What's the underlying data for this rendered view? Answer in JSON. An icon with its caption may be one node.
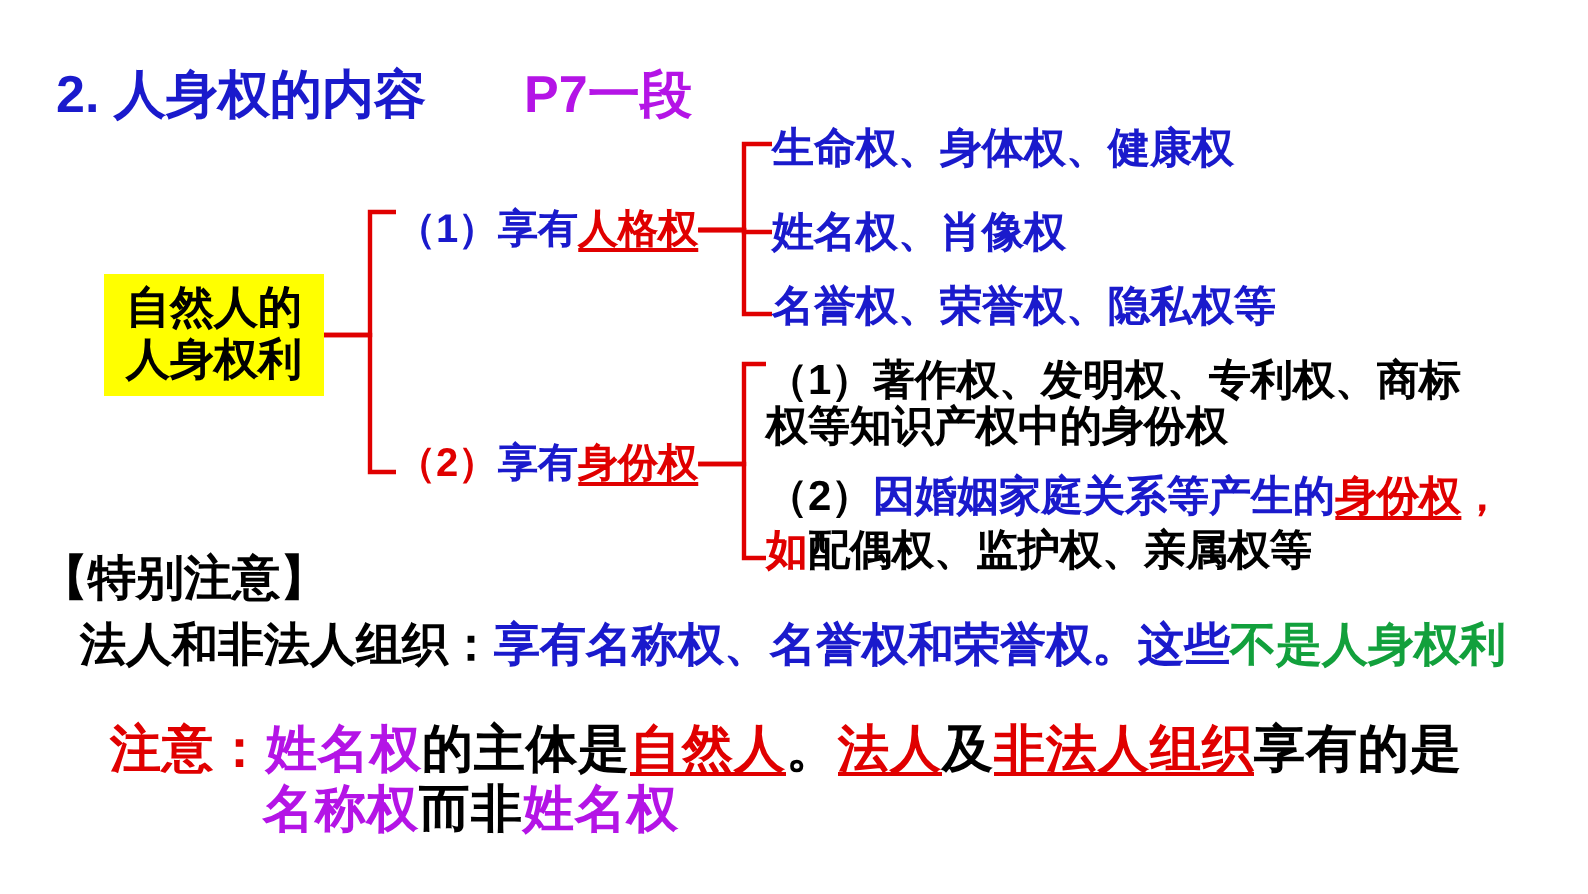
{
  "diagram": {
    "title": "2. 人身权的内容",
    "nodes": [
      {
        "text": [
          "自然人的人身权利"
        ]
      },
      {
        "text": [
          "（1）享有人格权"
        ]
      },
      {
        "text": [
          "（2）享有身份权"
        ]
      },
      {
        "text": [
          "生命权、身体权、健康权"
        ]
      },
      {
        "text": [
          "姓名权、肖像权"
        ]
      },
      {
        "text": [
          "名誉权、荣誉权、隐私权等"
        ]
      },
      {
        "text": [
          "（1）著作权、发明权、专利权、商标权等知识产权中的身份权"
        ]
      },
      {
        "text": [
          "（2）因婚姻家庭关系等产生的身份权，如配偶权、监护权、亲属权等"
        ]
      }
    ],
    "edges": [
      {
        "from": 0,
        "to": 1,
        "arrow": "none"
      },
      {
        "from": 0,
        "to": 2,
        "arrow": "none"
      },
      {
        "from": 1,
        "to": 3,
        "arrow": "none"
      },
      {
        "from": 1,
        "to": 4,
        "arrow": "none"
      },
      {
        "from": 1,
        "to": 5,
        "arrow": "none"
      },
      {
        "from": 2,
        "to": 6,
        "arrow": "none"
      },
      {
        "from": 2,
        "to": 7,
        "arrow": "none"
      }
    ],
    "labels": [
      "P7一段",
      "【特别注意】",
      "法人和非法人组织：享有名称权、名誉权和荣誉权。这些不是人身权利",
      "注意：姓名权的主体是自然人。法人及非法人组织享有的是名称权而非姓名权"
    ]
  }
}
